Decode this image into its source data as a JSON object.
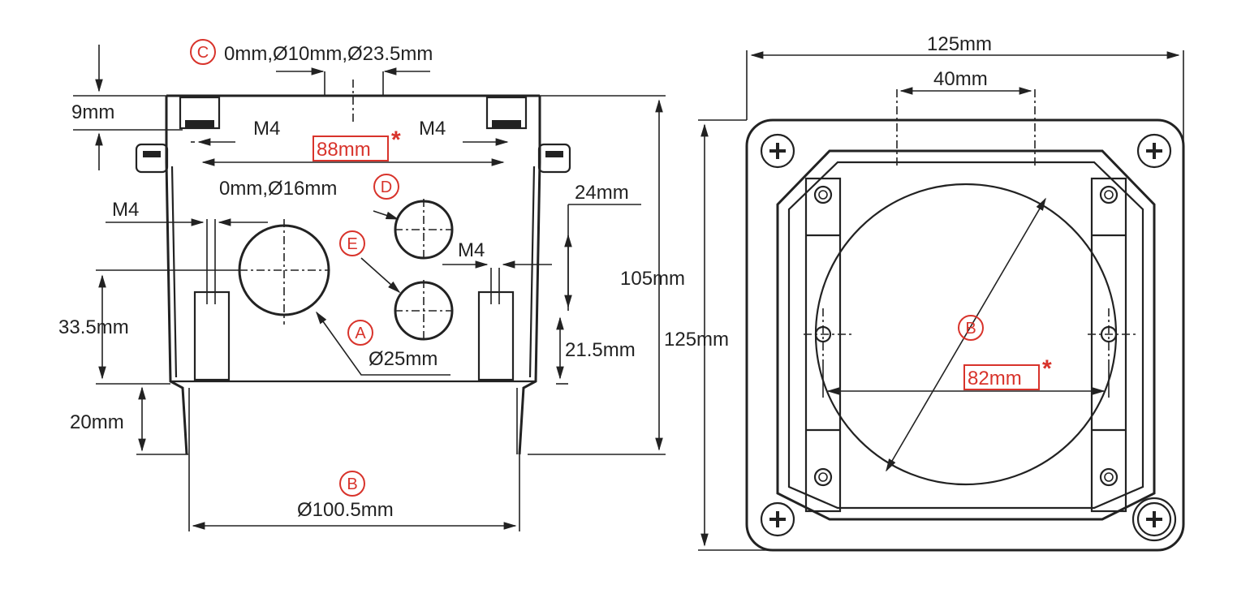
{
  "side_view": {
    "labels": {
      "c_holes": "0mm,Ø10mm,Ø23.5mm",
      "top_lip": "9mm",
      "m4_left_top": "M4",
      "m4_right_top": "M4",
      "width_screws": "88mm",
      "d_holes": "0mm,Ø16mm",
      "m4_left_mid": "M4",
      "hole_spacing": "24mm",
      "m4_right_mid": "M4",
      "total_height": "105mm",
      "hole_height": "33.5mm",
      "lower_hole_height": "21.5mm",
      "hole_a": "Ø25mm",
      "spigot": "20mm",
      "spigot_diameter": "Ø100.5mm"
    },
    "callouts": {
      "a": "A",
      "b": "B",
      "c": "C",
      "d": "D",
      "e": "E"
    },
    "asterisk": "*"
  },
  "front_view": {
    "labels": {
      "width": "125mm",
      "slot_width": "40mm",
      "height": "125mm",
      "screw_spacing": "82mm"
    },
    "callouts": {
      "b": "B"
    },
    "asterisk": "*"
  },
  "colors": {
    "line": "#222222",
    "accent": "#d8332b",
    "background": "#ffffff"
  }
}
